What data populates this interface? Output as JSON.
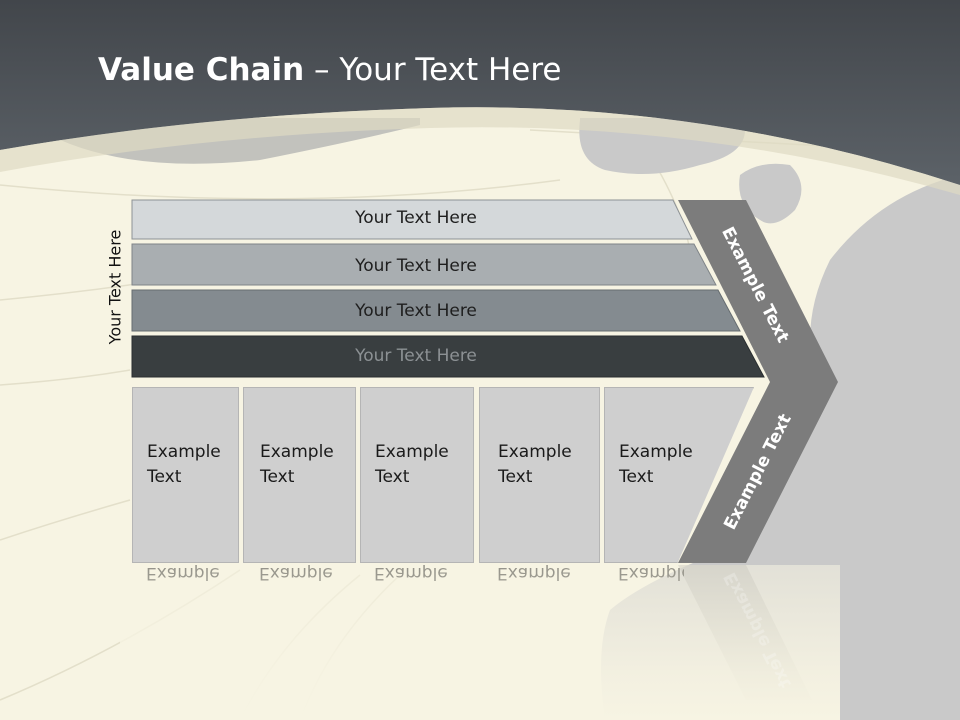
{
  "slide": {
    "title_bold": "Value Chain",
    "title_rest": " – Your Text Here",
    "side_label": "Your Text Here",
    "rows": [
      {
        "label": "Your Text Here"
      },
      {
        "label": "Your Text Here"
      },
      {
        "label": "Your Text Here"
      },
      {
        "label": "Your Text Here"
      }
    ],
    "boxes": [
      {
        "text": "Example\nText"
      },
      {
        "text": "Example\nText"
      },
      {
        "text": "Example\nText"
      },
      {
        "text": "Example\nText"
      },
      {
        "text": "Example\nText"
      }
    ],
    "chevron_top": "Example Text",
    "chevron_bottom": "Example Text"
  },
  "colors": {
    "header": "#4f5459",
    "background": "#f7f4e3",
    "row1": "#d4d8da",
    "row2": "#a9aeb1",
    "row3": "#848b90",
    "row4": "#393e40",
    "chevron": "#7c7c7c",
    "box": "#cfcfcf",
    "silhouette": "#c8c8c8"
  }
}
